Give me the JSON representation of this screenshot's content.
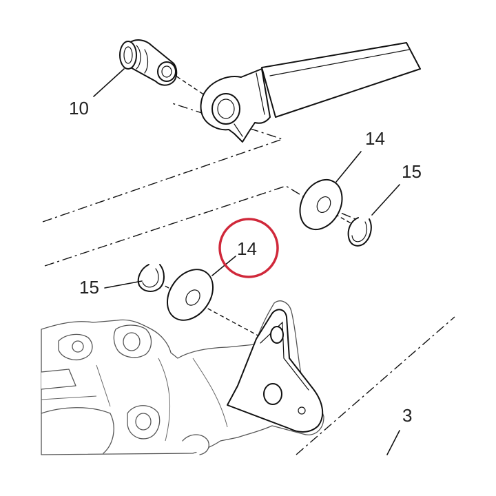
{
  "labels": {
    "part_10": "10",
    "part_14_upper": "14",
    "part_15_upper": "15",
    "part_14_circled": "14",
    "part_15_lower": "15",
    "part_3": "3"
  },
  "colors": {
    "highlight_circle": "#d0283a",
    "line": "#111111",
    "background": "#ffffff"
  }
}
